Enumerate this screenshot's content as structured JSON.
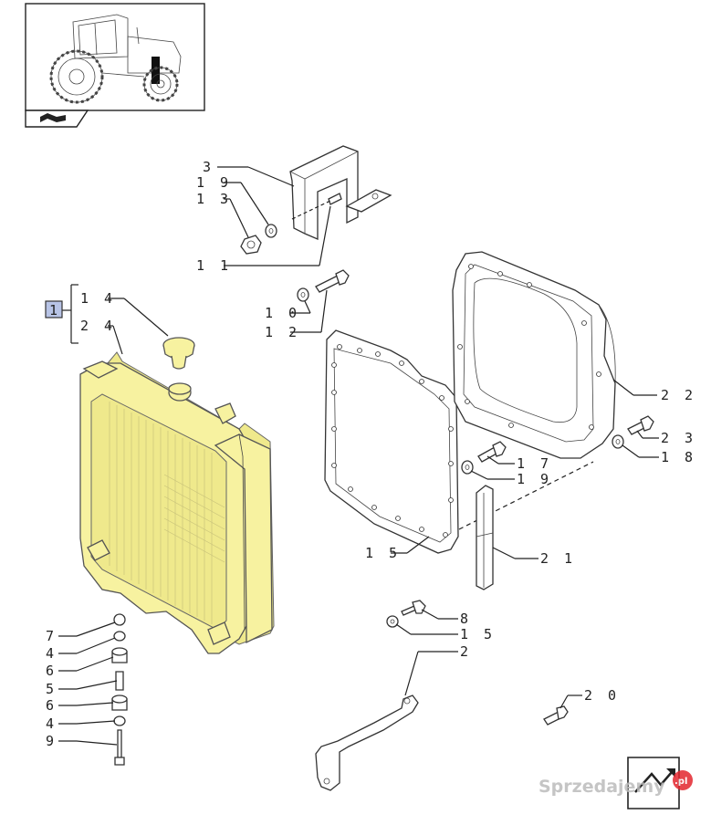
{
  "diagram": {
    "group_box_label": "1",
    "callouts": {
      "c3": "3",
      "c19a": "1 9",
      "c13": "1 3",
      "c11": "1 1",
      "c14": "1 4",
      "c24": "2 4",
      "c10": "1 0",
      "c12": "1 2",
      "c22": "2 2",
      "c23": "2 3",
      "c18": "1 8",
      "c17": "1 7",
      "c19b": "1 9",
      "c15a": "1 5",
      "c21": "2 1",
      "c8": "8",
      "c15b": "1 5",
      "c2": "2",
      "c20": "2 0",
      "c7": "7",
      "c4a": "4",
      "c6a": "6",
      "c5": "5",
      "c6b": "6",
      "c4b": "4",
      "c9": "9"
    }
  },
  "watermark": {
    "text": "Sprzedajemy",
    "badge": ".pl",
    "badge_color": "#e3262f"
  },
  "colors": {
    "radiator_fill": "#f7f2a0",
    "group_box_fill": "#b8c4e6"
  },
  "icons": [
    "tractor-thumbnail-icon",
    "book-arrow-icon",
    "next-page-arrow-icon"
  ]
}
